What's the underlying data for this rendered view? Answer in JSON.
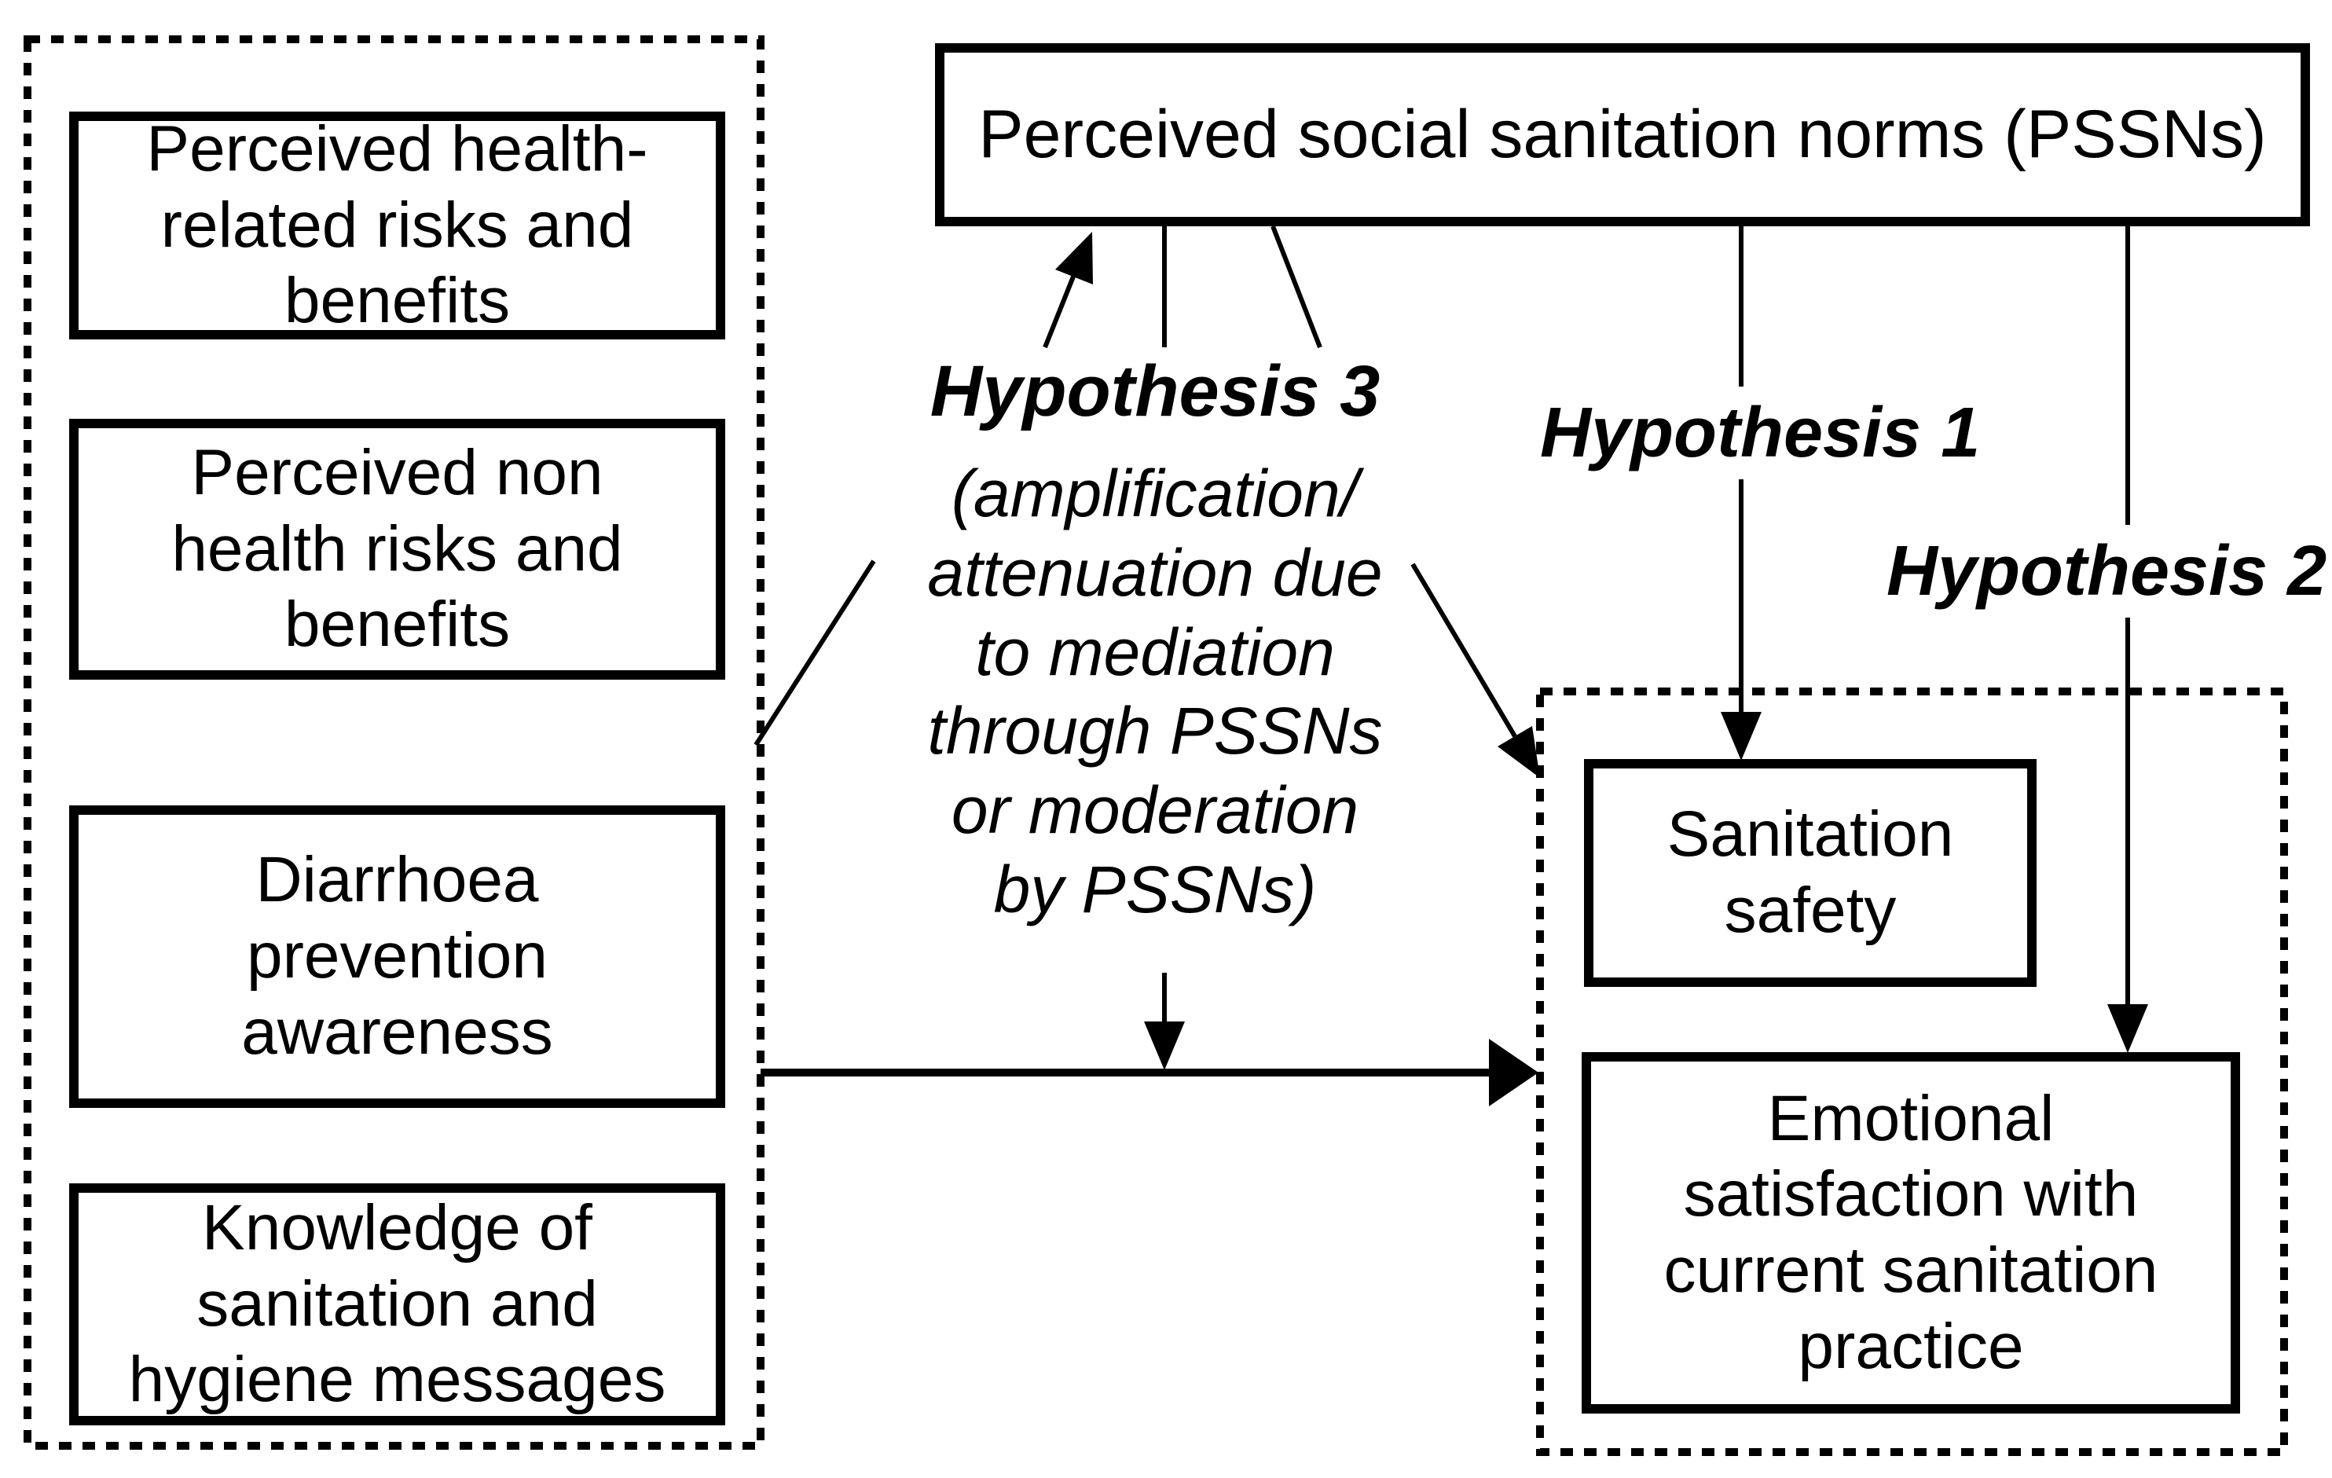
{
  "diagram": {
    "pssn_box": {
      "label": "Perceived social sanitation norms (PSSNs)"
    },
    "determinants": {
      "boxes": [
        {
          "label": "Perceived health-\nrelated risks and\nbenefits"
        },
        {
          "label": "Perceived non\nhealth risks and\nbenefits"
        },
        {
          "label": "Diarrhoea\nprevention\nawareness"
        },
        {
          "label": "Knowledge of\nsanitation and\nhygiene messages"
        }
      ]
    },
    "outcomes": {
      "boxes": [
        {
          "label": "Sanitation\nsafety"
        },
        {
          "label": "Emotional\nsatisfaction with\ncurrent sanitation\npractice"
        }
      ]
    },
    "hypotheses": {
      "h1": "Hypothesis 1",
      "h2": "Hypothesis 2",
      "h3": "Hypothesis 3",
      "h3_note": "(amplification/\nattenuation due\nto mediation\nthrough PSSNs\nor moderation\nby PSSNs)"
    },
    "colors": {
      "foreground": "#000000",
      "background": "#ffffff"
    }
  }
}
